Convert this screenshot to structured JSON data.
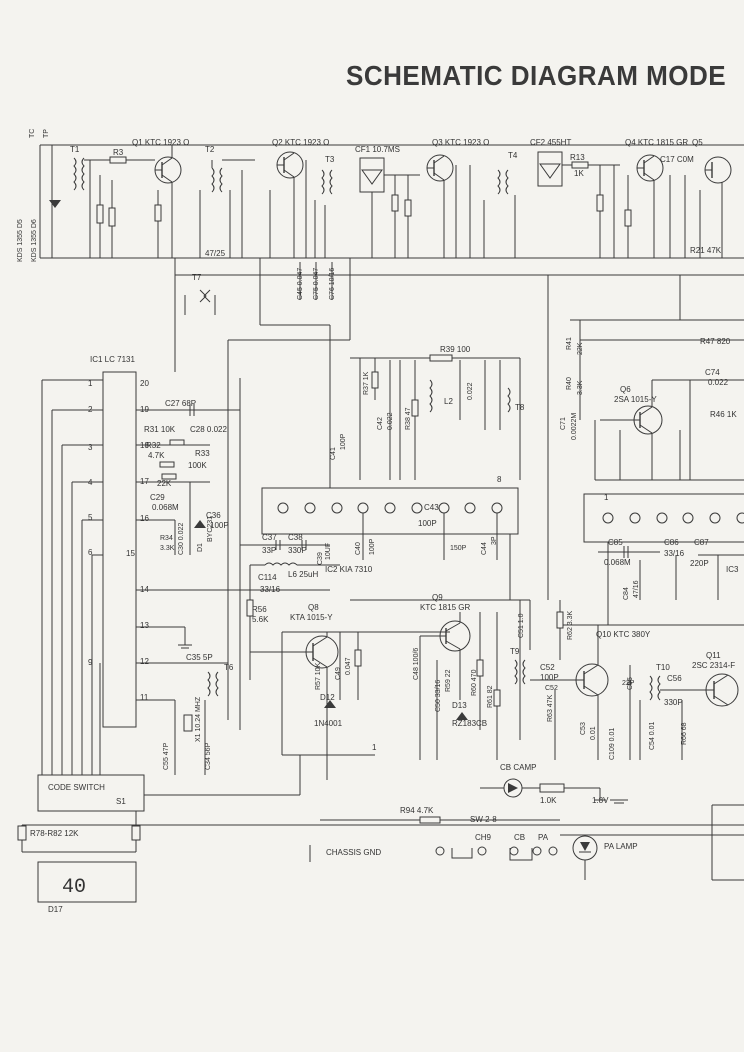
{
  "title": "SCHEMATIC DIAGRAM MODE",
  "labels": {
    "tc_left": "TC",
    "tp_left": "TP",
    "t1": "T1",
    "q1": "Q1  KTC 1923 O",
    "q2": "Q2  KTC 1923 O",
    "t2": "T2",
    "t3": "T3",
    "cf1": "CF1 10.7MS",
    "q3": "Q3  KTC 1923 O",
    "t4": "T4",
    "cf2": "CF2 455HT",
    "q4": "Q4  KTC 1815 GR",
    "q5": "Q5",
    "r3": "R3",
    "r13": "R13",
    "r13_val": "1K",
    "r21": "R21  47K",
    "c17": "C17 C0M",
    "r47": "R47  820",
    "r41": "R41",
    "r41_val": "22K",
    "r40": "R40",
    "r40_val": "3.3K",
    "c74": "C74",
    "c74_val": "0.022",
    "q6": "Q6",
    "q6_part": "2SA 1015-Y",
    "r46": "R46  1K",
    "c71": "C71",
    "c71_val": "0.0022M",
    "t7": "T7",
    "ic1": "IC1  LC 7131",
    "c27": "C27  68P",
    "r31": "R31  10K",
    "c28": "C28  0.022",
    "r32": "R32",
    "r33": "R33",
    "r32_val": "4.7K",
    "r33_val": "100K",
    "r22_val": "22K",
    "c29": "C29",
    "c29_val": "0.068M",
    "d1": "D1",
    "d1_part": "BYC231",
    "c36": "C36",
    "c36_val": "100P",
    "r39": "R39  100",
    "c37": "C37",
    "c38": "C38",
    "c37_val": "33P",
    "c38_val": "330P",
    "c39": "C39",
    "c39_val": "10UF",
    "c40": "C40",
    "c40_val": "100P",
    "c43": "C43",
    "c43_val": "100P",
    "c44": "C44",
    "c44_val": "3P",
    "c41": "C41",
    "c41_val": "100P",
    "c42": "C42",
    "c42_val": "0.022",
    "l2": "L2",
    "l6": "L6  25uH",
    "c114": "C114",
    "c114_val": "33/16",
    "ic2": "IC2  KIA 7310",
    "q8": "Q8",
    "q8_part": "KTA 1015-Y",
    "q9": "Q9",
    "q9_part": "KTC 1815 GR",
    "r56": "R56",
    "r56_val": "5.6K",
    "r57": "R57  10K",
    "c49": "C49",
    "c49_val": "0.047",
    "d12": "D12",
    "d12_part": "1N4001",
    "d13": "D13",
    "d13_part": "RZ183CB",
    "c35": "C35  5P",
    "t6": "T6",
    "x1": "X1  10.24 MHZ",
    "c55": "C55  47P",
    "c34": "C34  56P",
    "c85": "C85",
    "c85_val": "0.068M",
    "c86": "C86",
    "c86_val": "33/16",
    "c87": "C87",
    "c87_val": "220P",
    "c84": "C84",
    "c84_val": "47/16",
    "ic3": "IC3",
    "q10": "Q10  KTC 380Y",
    "t9": "T9",
    "t10": "T10",
    "q11": "Q11",
    "q11_part": "2SC 2314-F",
    "c52": "C52",
    "c52_val": "100P",
    "c56": "C56",
    "c56_val": "330P",
    "cb_camp": "CB CAMP",
    "r_camp": "1.0K",
    "r_zener": "1.8V",
    "code_switch": "CODE     SWITCH",
    "s1": "S1",
    "r94": "R94    4.7K",
    "sw": "SW 2-8",
    "ch9": "CH9",
    "cb": "CB",
    "pa": "PA",
    "pa_lamp": "PA  LAMP",
    "chassis_gnd": "CHASSIS  GND",
    "r78": "R78-R82  12K",
    "display": "40",
    "d17": "D17",
    "rot_left": "KDS 1355  D5",
    "rot_left2": "KDS 1355  D6"
  }
}
